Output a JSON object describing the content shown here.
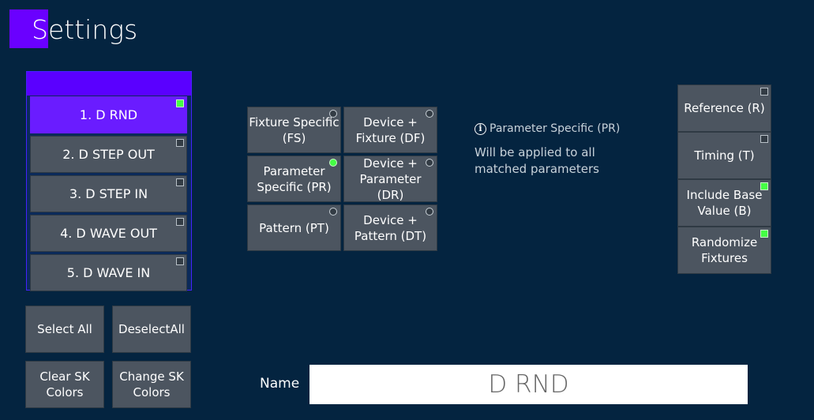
{
  "header": {
    "title": "Settings"
  },
  "phasers": {
    "items": [
      {
        "label": "1. D RND",
        "selected": true,
        "indicator": "on"
      },
      {
        "label": "2. D STEP OUT",
        "selected": false,
        "indicator": "off"
      },
      {
        "label": "3. D STEP IN",
        "selected": false,
        "indicator": "off"
      },
      {
        "label": "4. D WAVE OUT",
        "selected": false,
        "indicator": "off"
      },
      {
        "label": "5. D WAVE IN",
        "selected": false,
        "indicator": "off"
      }
    ]
  },
  "list_actions": {
    "select_all": "Select All",
    "deselect_all": "DeselectAll",
    "clear_sk": "Clear SK Colors",
    "change_sk": "Change SK Colors"
  },
  "modes": {
    "fixture_specific": "Fixture Specific (FS)",
    "device_fixture": "Device + Fixture (DF)",
    "parameter_specific": "Parameter Specific (PR)",
    "device_parameter": "Device + Parameter (DR)",
    "pattern": "Pattern (PT)",
    "device_pattern": "Device + Pattern (DT)",
    "selected": "Parameter Specific (PR)"
  },
  "info": {
    "title": "Parameter Specific (PR)",
    "description": "Will be applied to all matched parameters"
  },
  "options": {
    "reference": "Reference (R)",
    "timing": "Timing (T)",
    "include_base": "Include Base Value (B)",
    "randomize": "Randomize Fixtures",
    "states": {
      "reference": "off",
      "timing": "off",
      "include_base": "on",
      "randomize": "on"
    }
  },
  "name_field": {
    "label": "Name",
    "value": "D RND"
  },
  "colors": {
    "accent": "#6a00ff",
    "background": "#042440",
    "button": "#4c5560",
    "indicator_on": "#44ff44"
  }
}
